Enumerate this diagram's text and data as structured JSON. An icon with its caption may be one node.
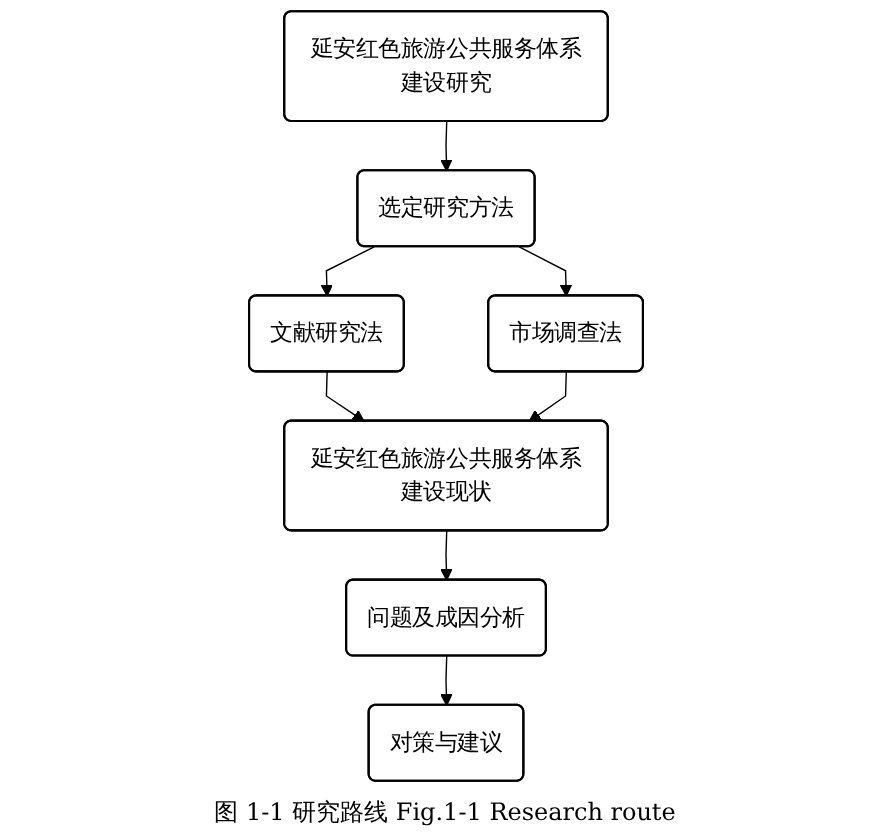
{
  "diagram": {
    "caption": "图 1-1 研究路线 Fig.1-1 Research route",
    "nodes": [
      {
        "text": [
          "延安红色旅游公共服务体系建设研究"
        ]
      },
      {
        "text": [
          "选定研究方法"
        ]
      },
      {
        "text": [
          "文献研究法"
        ]
      },
      {
        "text": [
          "市场调查法"
        ]
      },
      {
        "text": [
          "延安红色旅游公共服务体系建设现状"
        ]
      },
      {
        "text": [
          "问题及成因分析"
        ]
      },
      {
        "text": [
          "对策与建议"
        ]
      }
    ],
    "edges": [
      {
        "from": 0,
        "to": 1,
        "arrow": "to"
      },
      {
        "from": 1,
        "to": 2,
        "arrow": "to"
      },
      {
        "from": 1,
        "to": 3,
        "arrow": "to"
      },
      {
        "from": 2,
        "to": 4,
        "arrow": "to"
      },
      {
        "from": 3,
        "to": 4,
        "arrow": "to"
      },
      {
        "from": 4,
        "to": 5,
        "arrow": "to"
      },
      {
        "from": 5,
        "to": 6,
        "arrow": "to"
      }
    ]
  }
}
